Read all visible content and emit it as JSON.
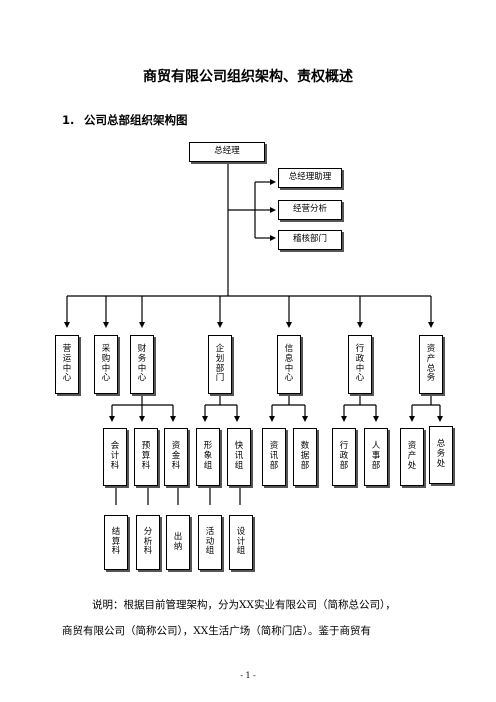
{
  "title": "商贸有限公司组织架构、责权概述",
  "section": {
    "number": "1.",
    "heading": "公司总部组织架构图"
  },
  "org": {
    "top": "总经理",
    "staff": [
      "总经理助理",
      "经营分析",
      "稽核部门"
    ],
    "centers": [
      "营运中心",
      "采购中心",
      "财务中心",
      "企划部门",
      "信息中心",
      "行政中心",
      "资产总务"
    ],
    "level3": [
      "会计科",
      "预算科",
      "资金科",
      "形象组",
      "快讯组",
      "资讯部",
      "数据部",
      "行政部",
      "人事部",
      "资产处",
      "总务处"
    ],
    "level4": [
      "结算科",
      "分析科",
      "出纳",
      "活动组",
      "设计组"
    ]
  },
  "body": {
    "line1": "说明：根据目前管理架构，分为XX实业有限公司（简称总公司），",
    "line2": "商贸有限公司（简称公司），XX生活广场（简称门店）。鉴于商贸有"
  },
  "page_number": "- 1 -"
}
